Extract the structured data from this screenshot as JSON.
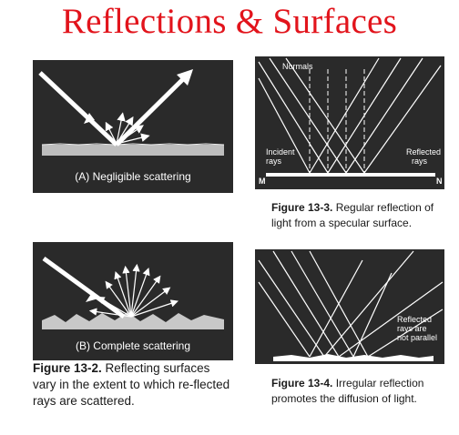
{
  "title": "Reflections & Surfaces",
  "panel_a": {
    "label": "(A) Negligible scattering"
  },
  "panel_b": {
    "label": "(B) Complete scattering"
  },
  "panel_c": {
    "normals_label": "Normals",
    "incident_label": "Incident\nrays",
    "reflected_label": "Reflected\nrays",
    "left_marker": "M",
    "right_marker": "N"
  },
  "panel_d": {
    "reflected_label": "Reflected\nrays are\nnot parallel"
  },
  "captions": {
    "fig_13_2": {
      "number": "Figure 13-2.",
      "text": "Reflecting surfaces vary in the extent to which re-flected rays are scattered."
    },
    "fig_13_3": {
      "number": "Figure 13-3.",
      "text": "Regular reflection of light from a specular surface."
    },
    "fig_13_4": {
      "number": "Figure 13-4.",
      "text": "Irregular reflection promotes the diffusion of light."
    }
  },
  "colors": {
    "title": "#e2141c",
    "panel": "#2a2a2a",
    "ray": "#ffffff"
  }
}
